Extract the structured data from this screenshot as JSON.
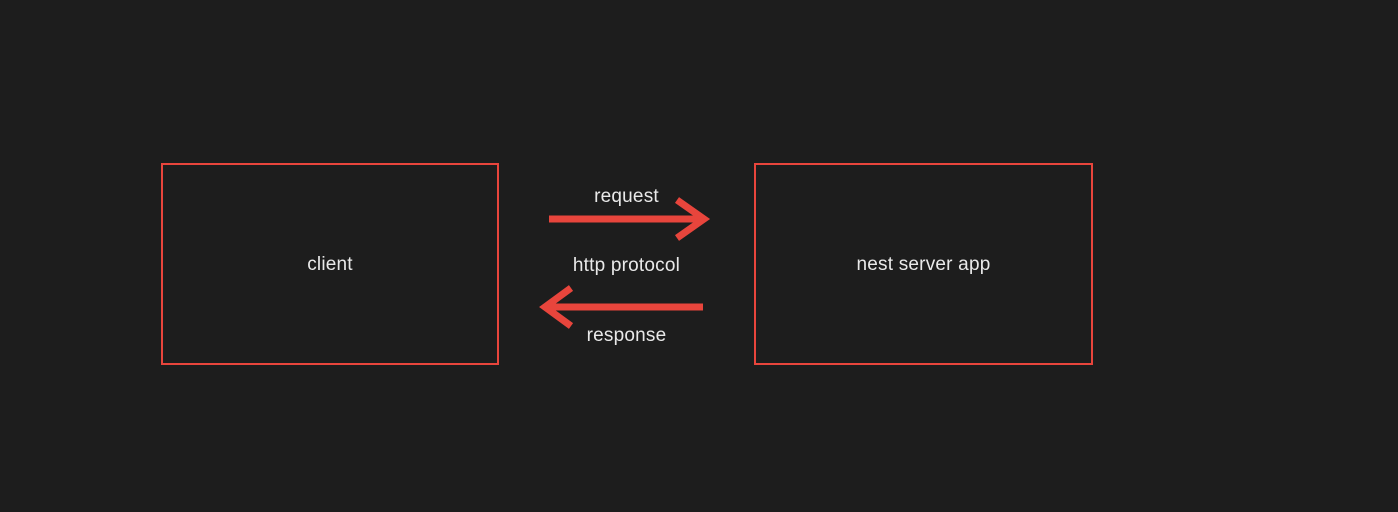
{
  "diagram": {
    "background_color": "#1d1d1d",
    "accent_color": "#e8453c",
    "text_color": "#e9e9e9",
    "nodes": [
      {
        "id": "client",
        "label": "client"
      },
      {
        "id": "server",
        "label": "nest server app"
      }
    ],
    "edges": [
      {
        "id": "request",
        "label": "request",
        "direction": "right",
        "from": "client",
        "to": "server"
      },
      {
        "id": "response",
        "label": "response",
        "direction": "left",
        "from": "server",
        "to": "client"
      }
    ],
    "channel_label": "http protocol"
  }
}
